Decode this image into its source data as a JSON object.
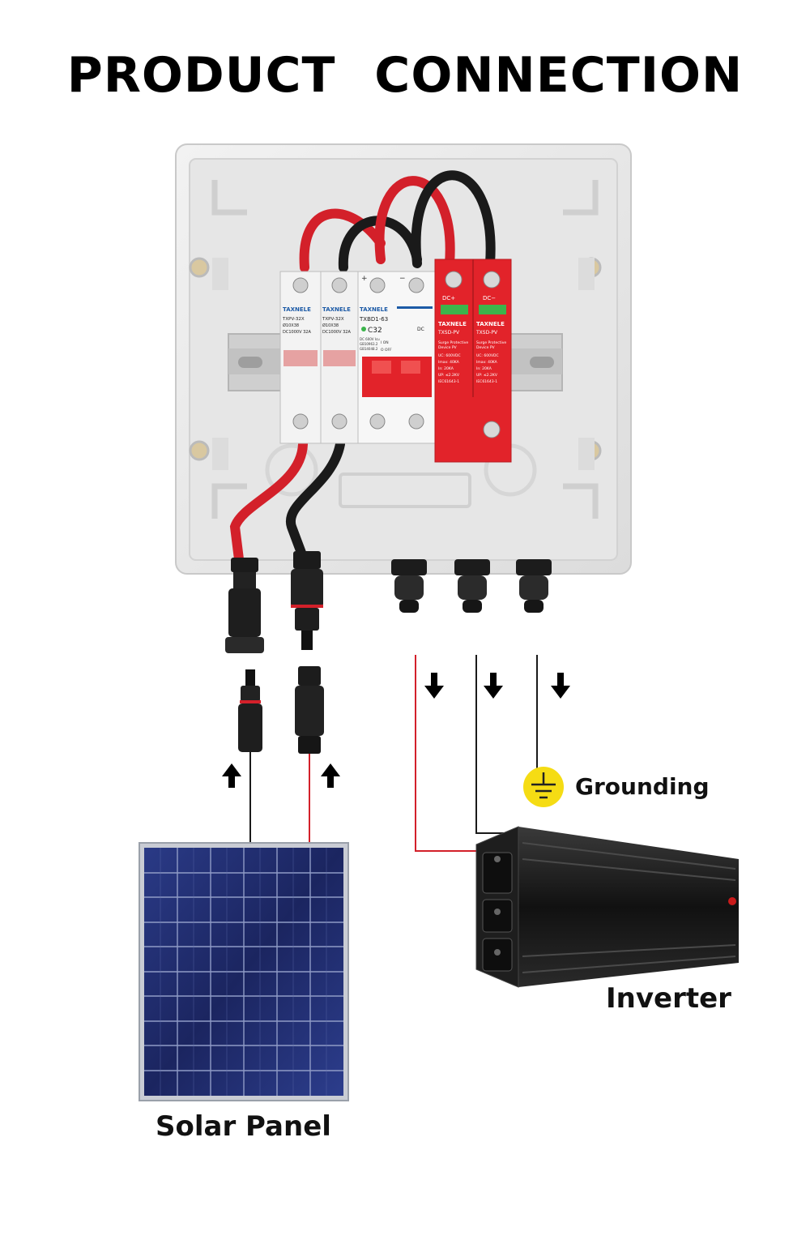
{
  "title": "PRODUCT  CONNECTION",
  "labels": {
    "grounding": "Grounding",
    "inverter": "Inverter",
    "solar_panel": "Solar Panel"
  },
  "breakers": {
    "brand": "TAXNELE",
    "fuse_model": "TXPV-32X",
    "fuse_size": "Ø10X38",
    "fuse_rating": "DC1000V  32A",
    "mcb_model": "TXBD1-63",
    "mcb_curve": "C32",
    "mcb_dc": "DC",
    "mcb_on": "I ON",
    "mcb_off": "O OFF",
    "mcb_std1": "GB10963.2",
    "mcb_std2": "GB14048.2",
    "mcb_rating": "DC 600V Icu",
    "spd_model": "TXSD-PV",
    "spd_desc1": "Surge Protective",
    "spd_desc2": "Device PV",
    "spd_uc": "UC:  600VDC",
    "spd_imax": "Imax:  40KA",
    "spd_in": "In:  20KA",
    "spd_up": "UP:  ≤2.2KV",
    "spd_std": "IEC61643-1",
    "spd_plus": "DC+",
    "spd_minus": "DC−",
    "terminal_plus": "+",
    "terminal_minus": "−"
  },
  "colors": {
    "wire_red": "#d3202a",
    "wire_black": "#1a1a1a",
    "spd_red": "#e2232a",
    "ground_yellow": "#f5dc14",
    "enclosure": "#ebebeb",
    "panel_blue": "#1f2c6e"
  }
}
